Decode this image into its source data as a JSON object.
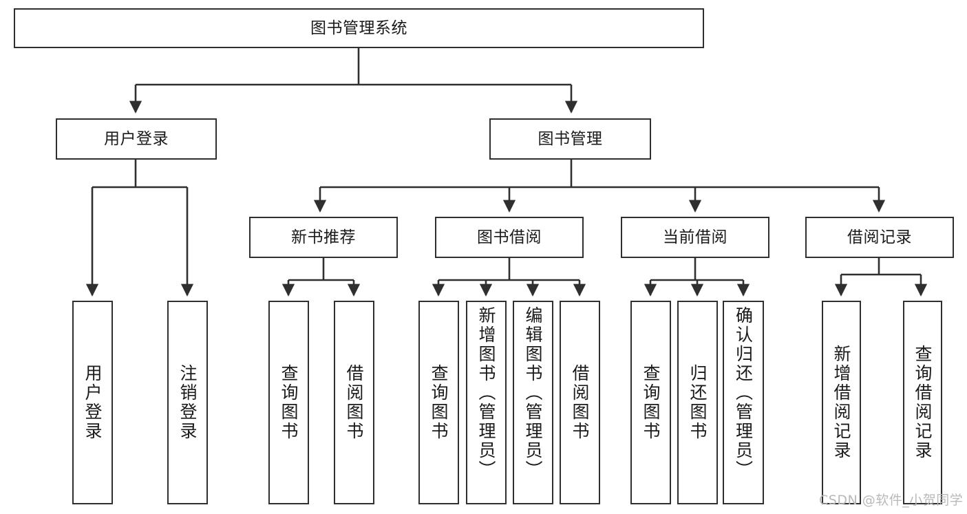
{
  "diagram": {
    "title": "图书管理系统",
    "type": "hierarchy-flowchart",
    "levels": {
      "root": {
        "label": "图书管理系统"
      },
      "level2": [
        {
          "id": "user-login",
          "label": "用户登录"
        },
        {
          "id": "book-management",
          "label": "图书管理"
        }
      ],
      "level3": [
        {
          "id": "new-book-recommend",
          "label": "新书推荐",
          "parent": "book-management"
        },
        {
          "id": "book-borrow",
          "label": "图书借阅",
          "parent": "book-management"
        },
        {
          "id": "current-borrow",
          "label": "当前借阅",
          "parent": "book-management"
        },
        {
          "id": "borrow-record",
          "label": "借阅记录",
          "parent": "book-management"
        }
      ],
      "leaves": [
        {
          "id": "leaf-user-login",
          "label": "用户登录",
          "parent": "user-login"
        },
        {
          "id": "leaf-logout-login",
          "label": "注销登录",
          "parent": "user-login"
        },
        {
          "id": "leaf-query-book-1",
          "label": "查询图书",
          "parent": "new-book-recommend"
        },
        {
          "id": "leaf-borrow-book-1",
          "label": "借阅图书",
          "parent": "new-book-recommend"
        },
        {
          "id": "leaf-query-book-2",
          "label": "查询图书",
          "parent": "book-borrow"
        },
        {
          "id": "leaf-add-book",
          "label": "新增图书（管理员）",
          "parent": "book-borrow"
        },
        {
          "id": "leaf-edit-book",
          "label": "编辑图书（管理员）",
          "parent": "book-borrow"
        },
        {
          "id": "leaf-borrow-book-2",
          "label": "借阅图书",
          "parent": "book-borrow"
        },
        {
          "id": "leaf-query-book-3",
          "label": "查询图书",
          "parent": "current-borrow"
        },
        {
          "id": "leaf-return-book",
          "label": "归还图书",
          "parent": "current-borrow"
        },
        {
          "id": "leaf-confirm-return",
          "label": "确认归还（管理员）",
          "parent": "current-borrow"
        },
        {
          "id": "leaf-add-record",
          "label": "新增借阅记录",
          "parent": "borrow-record"
        },
        {
          "id": "leaf-query-record",
          "label": "查询借阅记录",
          "parent": "borrow-record"
        }
      ]
    },
    "colors": {
      "box_border": "#2f2f2f",
      "box_fill": "#ffffff",
      "connector": "#2f2f2f",
      "text": "#1a1a1a",
      "watermark": "#b9b9b9"
    }
  },
  "watermark": {
    "text": "CSDN @软件_小贺同学"
  }
}
